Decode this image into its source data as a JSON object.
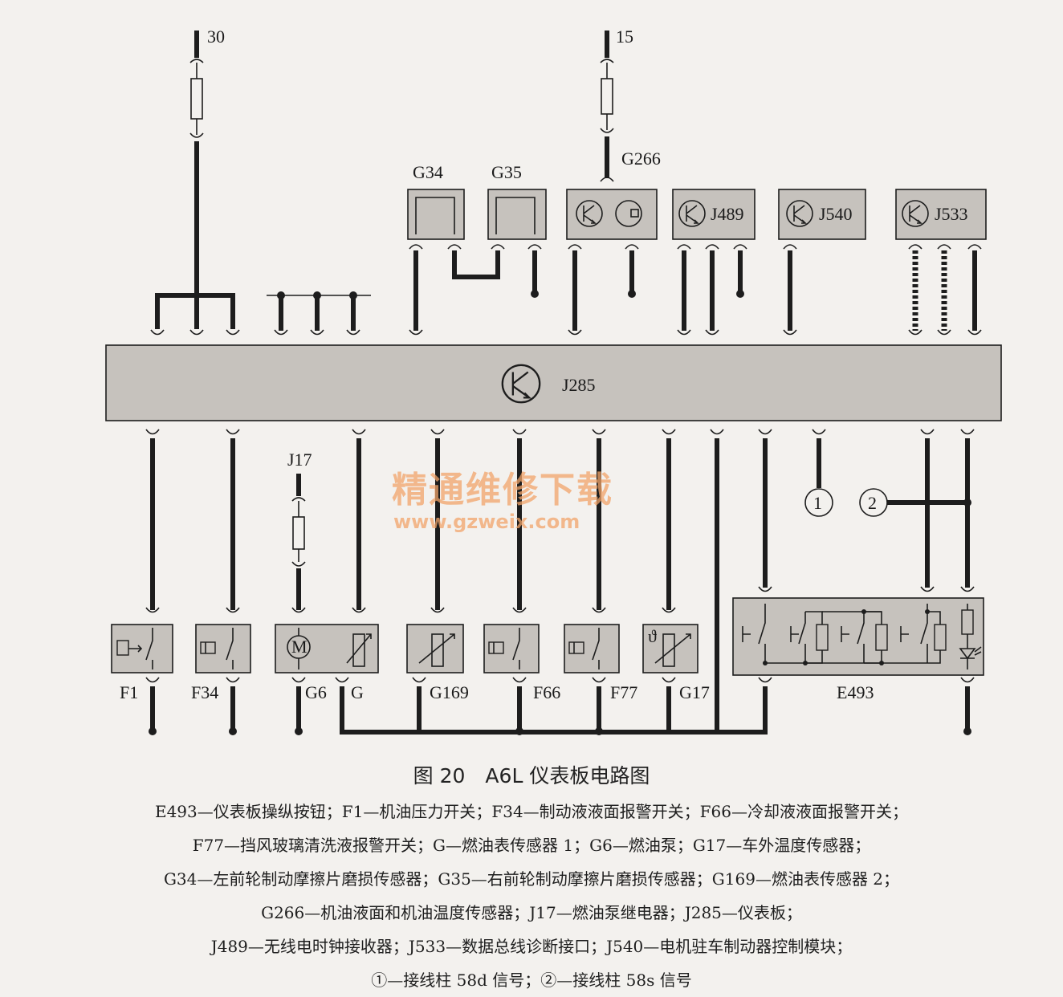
{
  "diagram": {
    "supply_30": "30",
    "supply_15": "15",
    "j17": "J17",
    "module_g34": "G34",
    "module_g35": "G35",
    "module_g266": "G266",
    "module_j489": "J489",
    "module_j540": "J540",
    "module_j533": "J533",
    "cluster_j285": "J285",
    "comp_f1": "F1",
    "comp_f34": "F34",
    "comp_g6": "G6",
    "comp_g": "G",
    "comp_g169": "G169",
    "comp_f66": "F66",
    "comp_f77": "F77",
    "comp_g17": "G17",
    "comp_e493": "E493",
    "connector_1": "1",
    "connector_2": "2",
    "theta_symbol": "ϑ",
    "motor_symbol": "M"
  },
  "watermark": {
    "cn": "精通维修下载",
    "url": "www.gzweix.com"
  },
  "caption": "图 20　A6L 仪表板电路图",
  "legend": [
    "E493—仪表板操纵按钮；F1—机油压力开关；F34—制动液液面报警开关；F66—冷却液液面报警开关；",
    "F77—挡风玻璃清洗液报警开关；G—燃油表传感器 1；G6—燃油泵；G17—车外温度传感器；",
    "G34—左前轮制动摩擦片磨损传感器；G35—右前轮制动摩擦片磨损传感器；G169—燃油表传感器 2；",
    "G266—机油液面和机油温度传感器；J17—燃油泵继电器；J285—仪表板；",
    "J489—无线电时钟接收器；J533—数据总线诊断接口；J540—电机驻车制动器控制模块；",
    "①—接线柱 58d 信号；②—接线柱 58s 信号"
  ]
}
